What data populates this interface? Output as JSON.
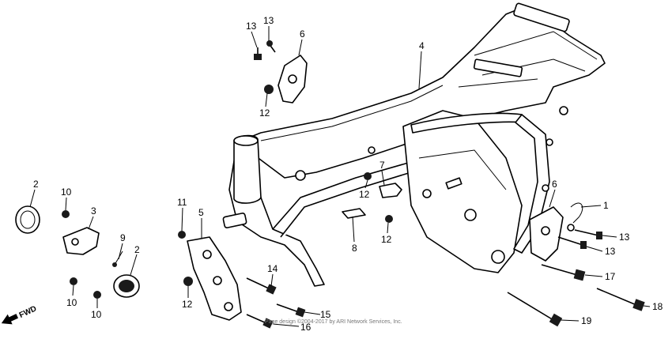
{
  "callouts": {
    "c1": "1",
    "c2a": "2",
    "c2b": "2",
    "c3": "3",
    "c4": "4",
    "c5": "5",
    "c6a": "6",
    "c6b": "6",
    "c7": "7",
    "c8": "8",
    "c9": "9",
    "c10a": "10",
    "c10b": "10",
    "c10c": "10",
    "c11": "11",
    "c12a": "12",
    "c12b": "12",
    "c12c": "12",
    "c12d": "12",
    "c13a": "13",
    "c13b": "13",
    "c13c": "13",
    "c13d": "13",
    "c14": "14",
    "c15": "15",
    "c16": "16",
    "c17": "17",
    "c18": "18",
    "c19": "19"
  },
  "fwd_label": "FWD",
  "copyright": "Page design ©2004-2017 by ARI Network Services, Inc."
}
